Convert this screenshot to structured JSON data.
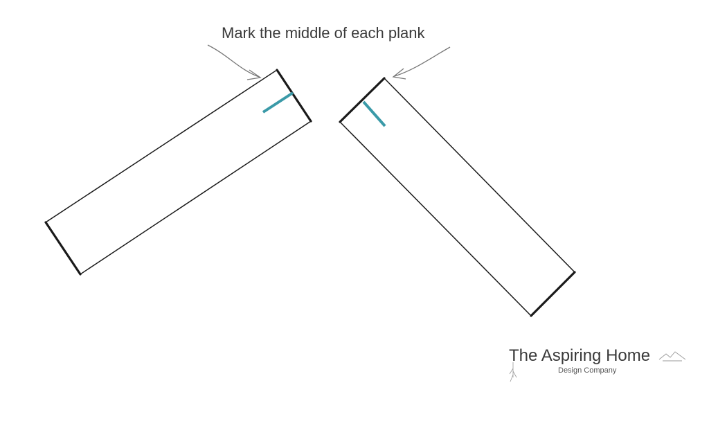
{
  "diagram": {
    "annotation": "Mark the middle of each plank",
    "colors": {
      "plank_outline": "#1a1a1a",
      "mark": "#3a9aa8",
      "arrow": "#777777",
      "text": "#3a3a3a"
    }
  },
  "logo": {
    "title": "The Aspiring Home",
    "subtitle": "Design Company"
  }
}
